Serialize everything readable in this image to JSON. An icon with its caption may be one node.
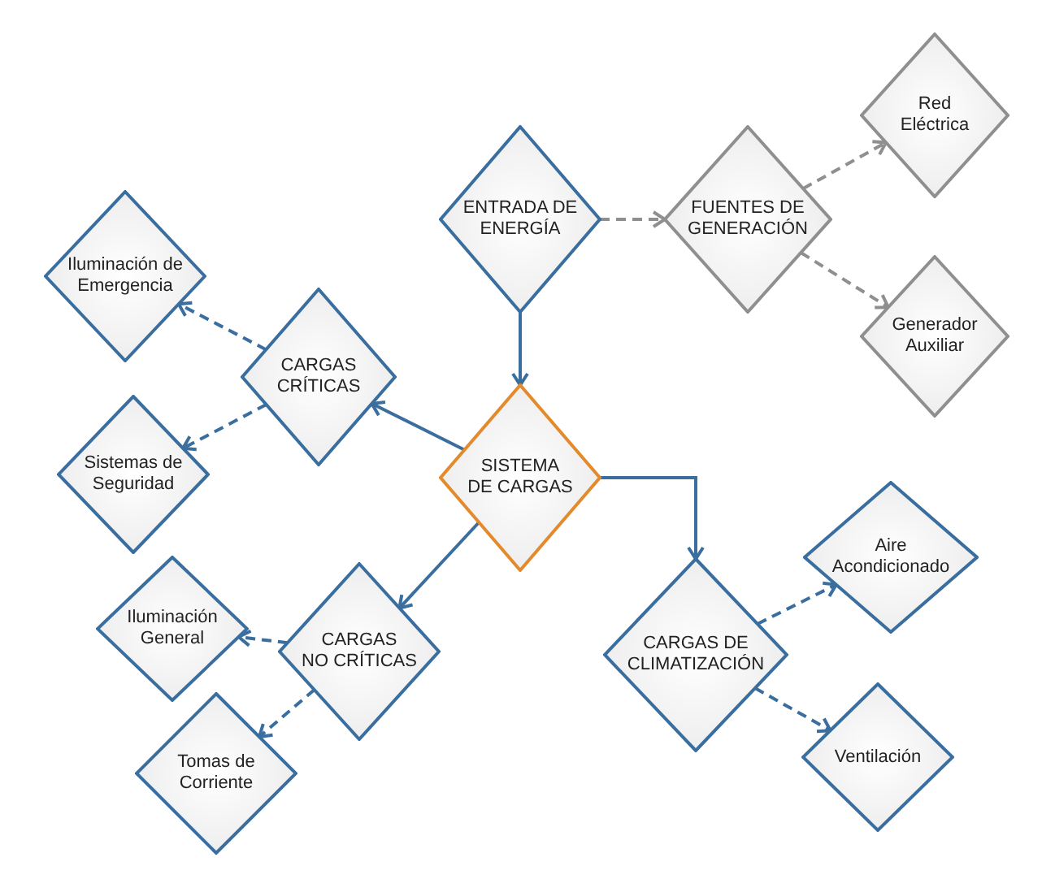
{
  "diagram": {
    "nodes": [
      {
        "text": [
          "ENTRADA DE ENERGÍA"
        ]
      },
      {
        "text": [
          "FUENTES DE GENERACIÓN"
        ]
      },
      {
        "text": [
          "Red Eléctrica"
        ]
      },
      {
        "text": [
          "Generador Auxiliar"
        ]
      },
      {
        "text": [
          "SISTEMA DE CARGAS"
        ]
      },
      {
        "text": [
          "CARGAS CRÍTICAS"
        ]
      },
      {
        "text": [
          "Iluminación de Emergencia"
        ]
      },
      {
        "text": [
          "Sistemas de Seguridad"
        ]
      },
      {
        "text": [
          "CARGAS NO CRÍTICAS"
        ]
      },
      {
        "text": [
          "Iluminación General"
        ]
      },
      {
        "text": [
          "Tomas de Corriente"
        ]
      },
      {
        "text": [
          "CARGAS DE CLIMATIZACIÓN"
        ]
      },
      {
        "text": [
          "Aire Acondicionado"
        ]
      },
      {
        "text": [
          "Ventilación"
        ]
      }
    ],
    "edges": [
      {
        "from": 0,
        "to": 4,
        "arrow": "to"
      },
      {
        "from": 0,
        "to": 1,
        "arrow": "to",
        "style": "dashed",
        "color": "#8f8f8f"
      },
      {
        "from": 1,
        "to": 2,
        "arrow": "to",
        "style": "dashed",
        "color": "#8f8f8f"
      },
      {
        "from": 1,
        "to": 3,
        "arrow": "to",
        "style": "dashed",
        "color": "#8f8f8f"
      },
      {
        "from": 4,
        "to": 5,
        "arrow": "to"
      },
      {
        "from": 4,
        "to": 8,
        "arrow": "to"
      },
      {
        "from": 4,
        "to": 11,
        "arrow": "to"
      },
      {
        "from": 5,
        "to": 6,
        "arrow": "to",
        "style": "dashed"
      },
      {
        "from": 5,
        "to": 7,
        "arrow": "to",
        "style": "dashed"
      },
      {
        "from": 8,
        "to": 9,
        "arrow": "to",
        "style": "dashed"
      },
      {
        "from": 8,
        "to": 10,
        "arrow": "to",
        "style": "dashed"
      },
      {
        "from": 11,
        "to": 12,
        "arrow": "to",
        "style": "dashed"
      },
      {
        "from": 11,
        "to": 13,
        "arrow": "to",
        "style": "dashed"
      }
    ]
  }
}
